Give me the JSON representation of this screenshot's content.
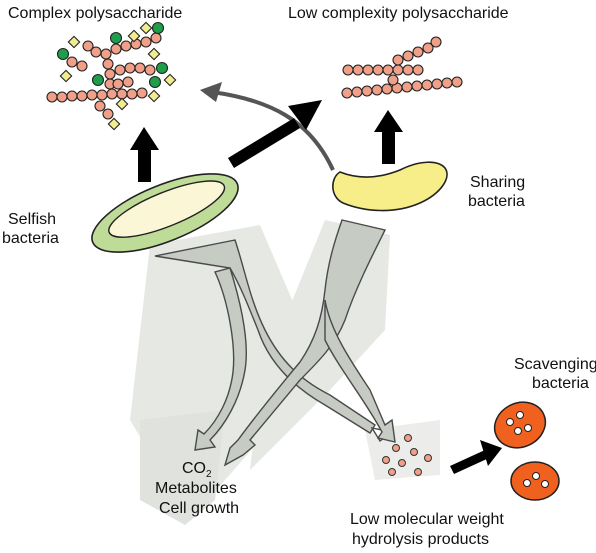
{
  "labels": {
    "complex_title": "Complex polysaccharide",
    "low_title": "Low complexity polysaccharide",
    "selfish_1": "Selfish",
    "selfish_2": "bacteria",
    "sharing_1": "Sharing",
    "sharing_2": "bacteria",
    "scavenging_1": "Scavenging",
    "scavenging_2": "bacteria",
    "co2_main": "CO",
    "co2_sub": "2",
    "metabolites": "Metabolites",
    "cell_growth": "Cell growth",
    "lmw_1": "Low molecular weight",
    "lmw_2": "hydrolysis products"
  },
  "colors": {
    "sugar_bead": "#F0A088",
    "green_branch": "#1E9E4A",
    "yellow_branch": "#F2EC90",
    "selfish_outer": "#BFDB98",
    "selfish_inner": "#FAF6D6",
    "sharing_cell": "#F7EE8A",
    "scavenger_cell": "#F0601E",
    "funnel": "#C6CCC4",
    "shadow": "#E2E4E0",
    "arrow": "#000000",
    "thin_arrow": "#555555"
  }
}
